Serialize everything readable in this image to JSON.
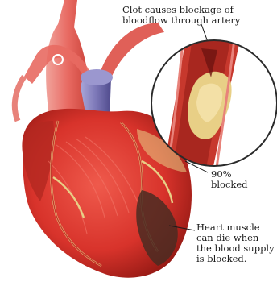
{
  "labels": {
    "clot": "Clot causes blockage of\nbloodflow through artery",
    "blocked": "90%\nblocked",
    "muscle": "Heart muscle\ncan die when\nthe blood supply\nis blocked."
  },
  "colors": {
    "muscle_red": "#d8332b",
    "dark_red": "#8e1712",
    "aorta_pink": "#e86a62",
    "vein_purple": "#7d78b8",
    "plaque_yellow": "#e8cf86",
    "dead_tissue": "#4a2b22"
  },
  "icons": [
    "heart-illustration",
    "artery-magnifier",
    "clot-plaque"
  ]
}
